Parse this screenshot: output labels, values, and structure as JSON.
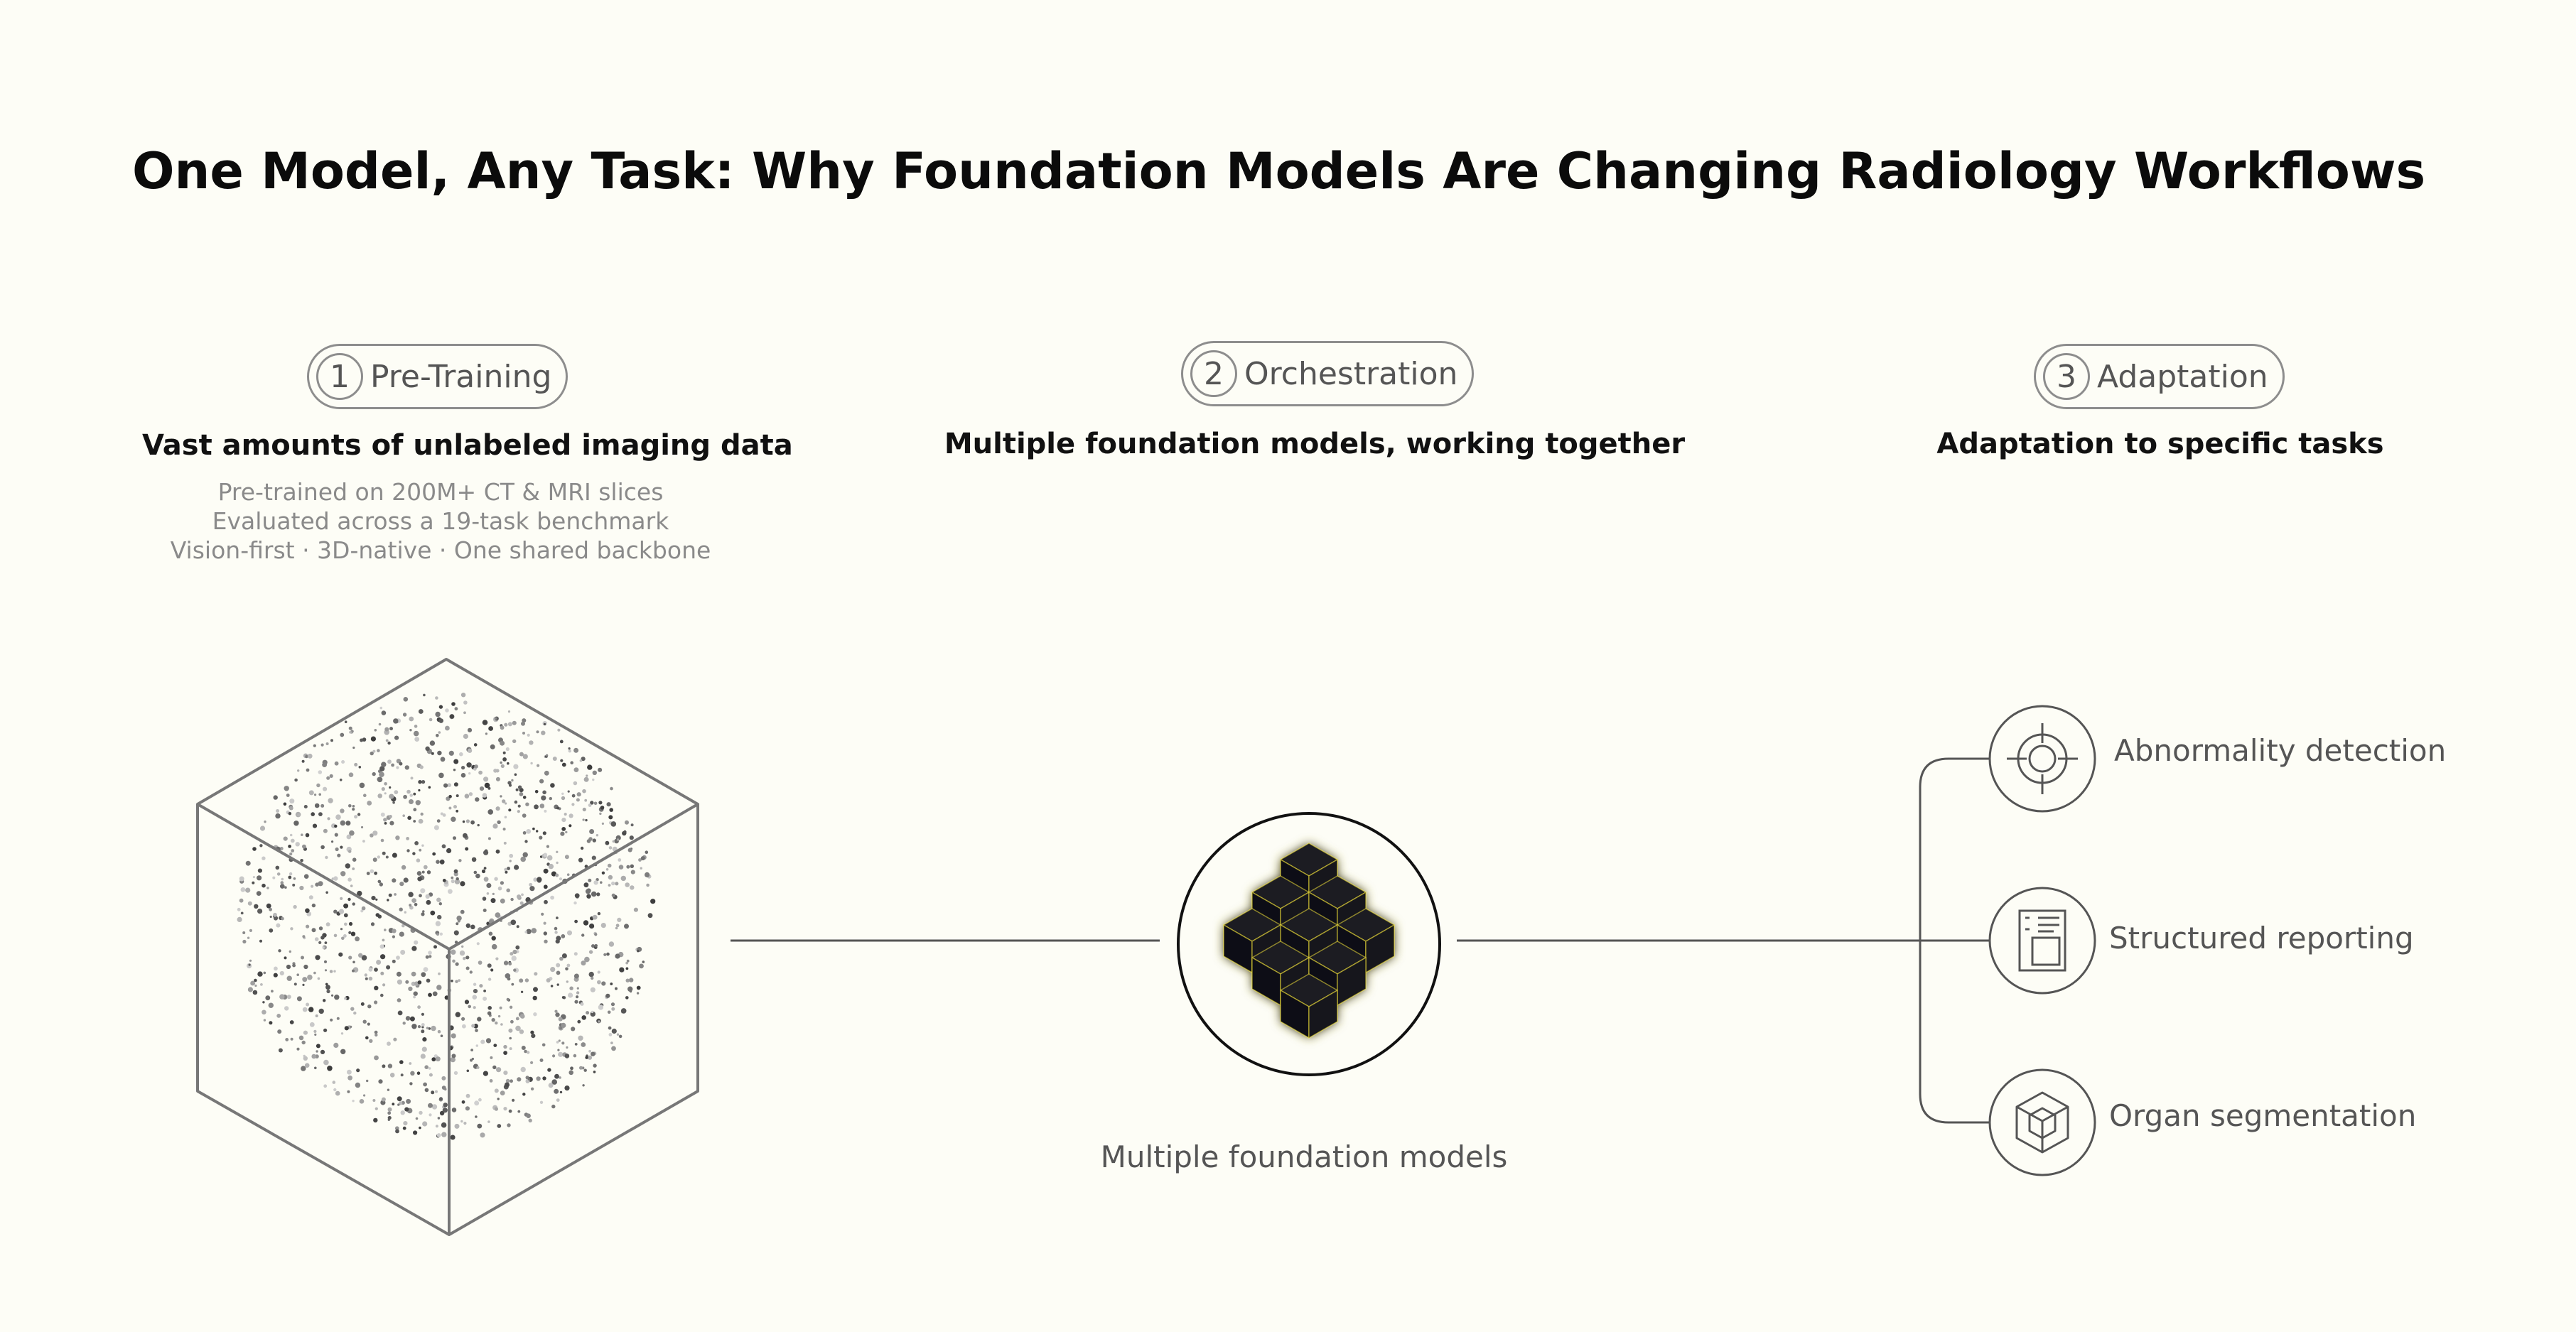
{
  "title": "One Model, Any Task: Why Foundation Models Are Changing Radiology Workflows",
  "steps": [
    {
      "number": "1",
      "label": "Pre-Training",
      "heading": "Vast amounts of unlabeled imaging data",
      "details": [
        "Pre-trained on 200M+ CT & MRI slices",
        "Evaluated across a 19-task benchmark",
        "Vision-first · 3D-native · One shared backbone"
      ]
    },
    {
      "number": "2",
      "label": "Orchestration",
      "heading": "Multiple foundation models, working together"
    },
    {
      "number": "3",
      "label": "Adaptation",
      "heading": "Adaptation to specific tasks"
    }
  ],
  "center_caption": "Multiple foundation models",
  "tasks": [
    {
      "label": "Abnormality detection",
      "icon": "crosshair-icon"
    },
    {
      "label": "Structured reporting",
      "icon": "report-document-icon"
    },
    {
      "label": "Organ segmentation",
      "icon": "wireframe-cube-icon"
    }
  ],
  "colors": {
    "background": "#fdfdf6",
    "line": "#555555",
    "cube_fill": "#0d0d12",
    "glow": "#f2e23a"
  }
}
